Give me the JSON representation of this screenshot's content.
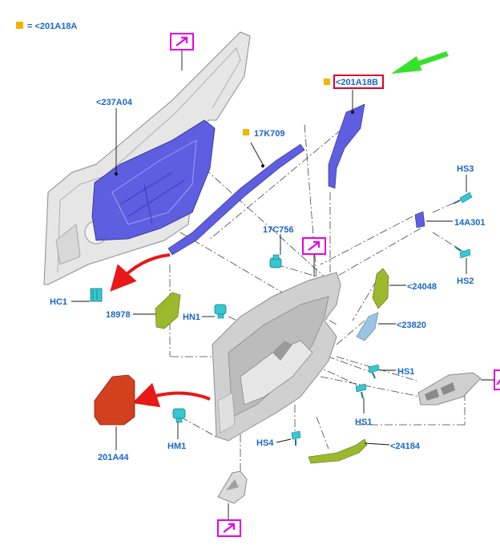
{
  "legend": {
    "swatch_color": "#f4b400",
    "text": "= <201A18A"
  },
  "labels": {
    "p237A04": "<237A04",
    "p201A18B": "<201A18B",
    "p17K709": "17K709",
    "p17C756": "17C756",
    "pHS3": "HS3",
    "p14A301": "14A301",
    "pHS2": "HS2",
    "pHC1": "HC1",
    "p18978": "18978",
    "pHN1": "HN1",
    "p24048": "<24048",
    "p23820": "<23820",
    "pHS1a": "HS1",
    "pHS1b": "HS1",
    "pHS4": "HS4",
    "p24184": "<24184",
    "pHM1": "HM1",
    "p201A44": "201A44"
  },
  "colors": {
    "label_blue": "#1a66c9",
    "highlight_box": "#e0002a",
    "green_arrow": "#36e12c",
    "red_arrow": "#e81818",
    "nav_magenta": "#e600e6",
    "marker_orange": "#f4b400",
    "panel_blue": "#5d5ee0",
    "clip_teal": "#36c7d2",
    "trim_olive": "#9cb82c",
    "pad_red": "#d2401e",
    "gray_part": "#cfcfcf"
  },
  "icons": {
    "nav_top": "arrow-up-right-icon",
    "nav_mid": "arrow-up-right-icon",
    "nav_bottom": "arrow-up-right-icon",
    "nav_right": "arrow-up-right-icon"
  }
}
